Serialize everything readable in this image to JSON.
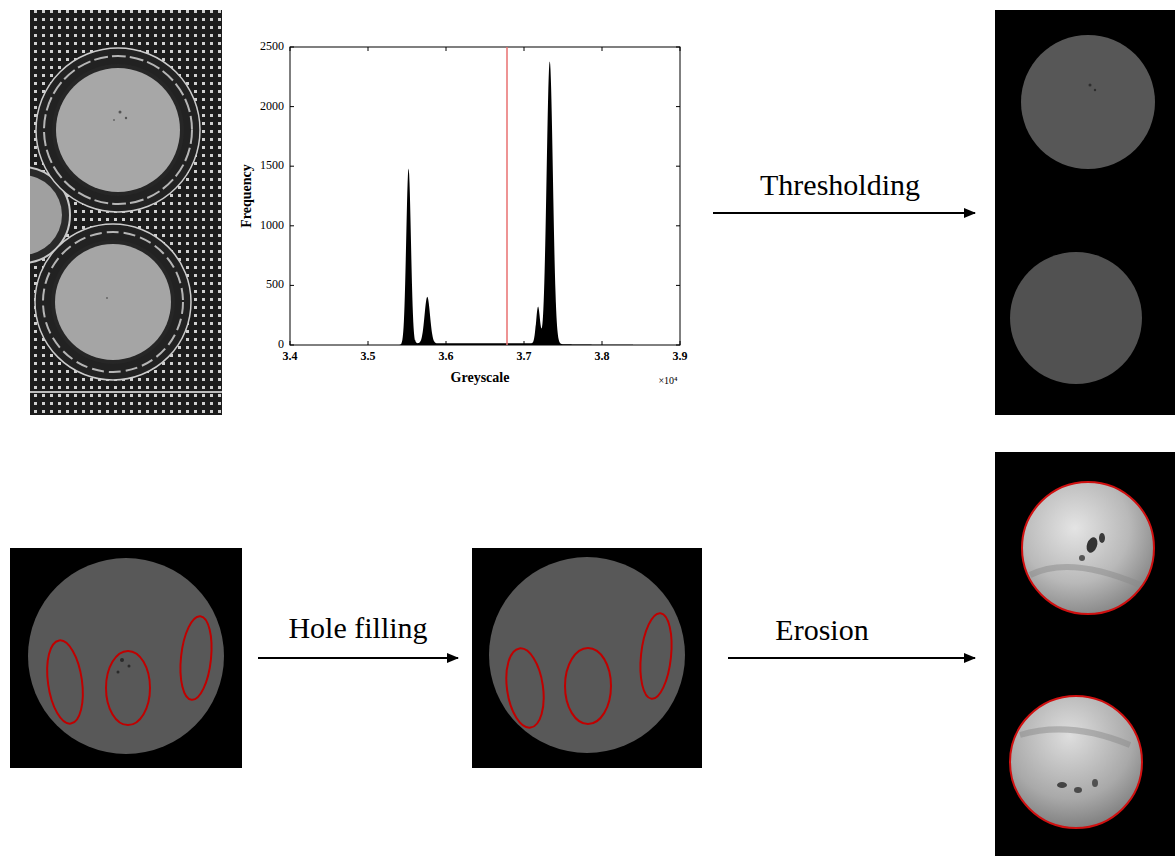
{
  "diagram": {
    "labels": [
      "2500",
      "2000",
      "1500",
      "1000",
      "500",
      "0",
      "Frequency",
      "3.4",
      "3.5",
      "3.6",
      "3.7",
      "3.8",
      "3.9",
      "Greyscale",
      "×10⁴",
      "Thresholding",
      "Hole filling",
      "Erosion"
    ]
  }
}
